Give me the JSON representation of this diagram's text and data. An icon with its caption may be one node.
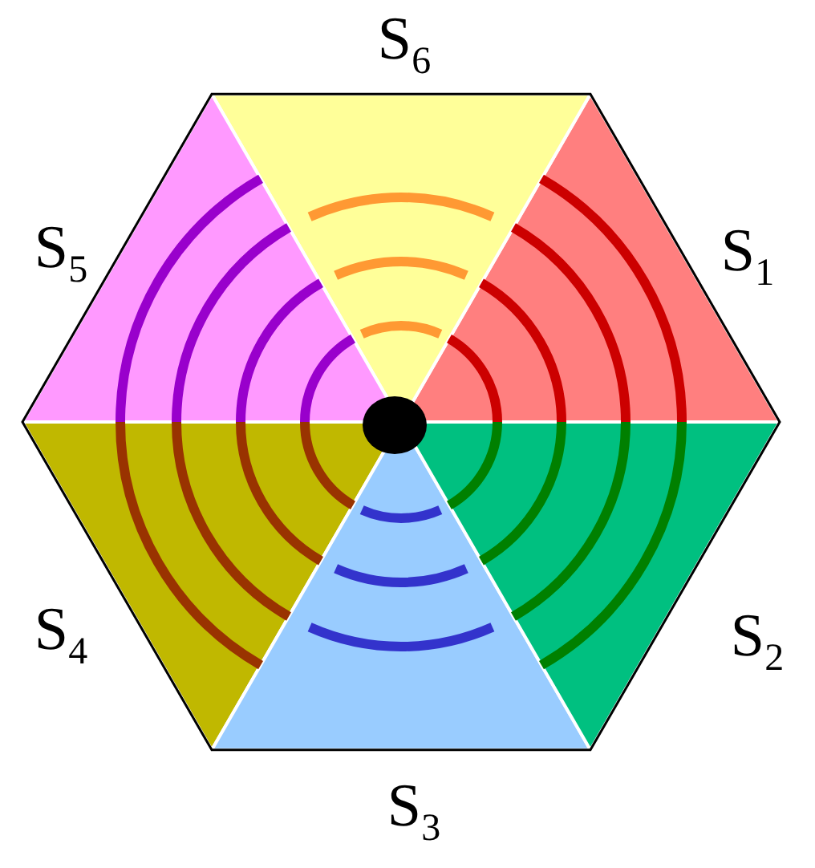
{
  "diagram": {
    "labels": [
      "S$_{6}$",
      "S$_{5}$",
      "S$_{1}$",
      "S$_{4}$",
      "S$_{2}$",
      "S$_{3}$"
    ]
  }
}
